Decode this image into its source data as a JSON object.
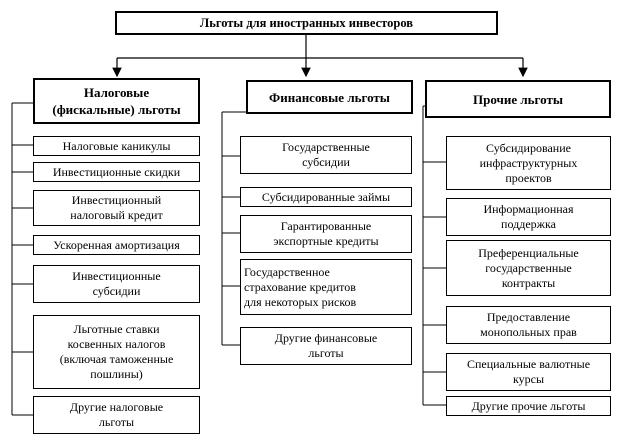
{
  "title": "Льготы для иностранных инвесторов",
  "categories": [
    {
      "title": "Налоговые\n(фискальные) льготы",
      "items": [
        "Налоговые каникулы",
        "Инвестиционные скидки",
        "Инвестиционный\nналоговый кредит",
        "Ускоренная амортизация",
        "Инвестиционные\nсубсидии",
        "Льготные ставки\nкосвенных налогов\n(включая таможенные\nпошлины)",
        "Другие налоговые\nльготы"
      ]
    },
    {
      "title": "Финансовые льготы",
      "items": [
        "Государственные\nсубсидии",
        "Субсидированные займы",
        "Гарантированные\nэкспортные кредиты",
        "Государственное\nстрахование кредитов\nдля некоторых рисков",
        "Другие финансовые\nльготы"
      ]
    },
    {
      "title": "Прочие льготы",
      "items": [
        "Субсидирование\nинфраструктурных\nпроектов",
        "Информационная\nподдержка",
        "Преференциальные\nгосударственные\nконтракты",
        "Предоставление\nмонопольных прав",
        "Специальные валютные\nкурсы",
        "Другие прочие льготы"
      ]
    }
  ]
}
